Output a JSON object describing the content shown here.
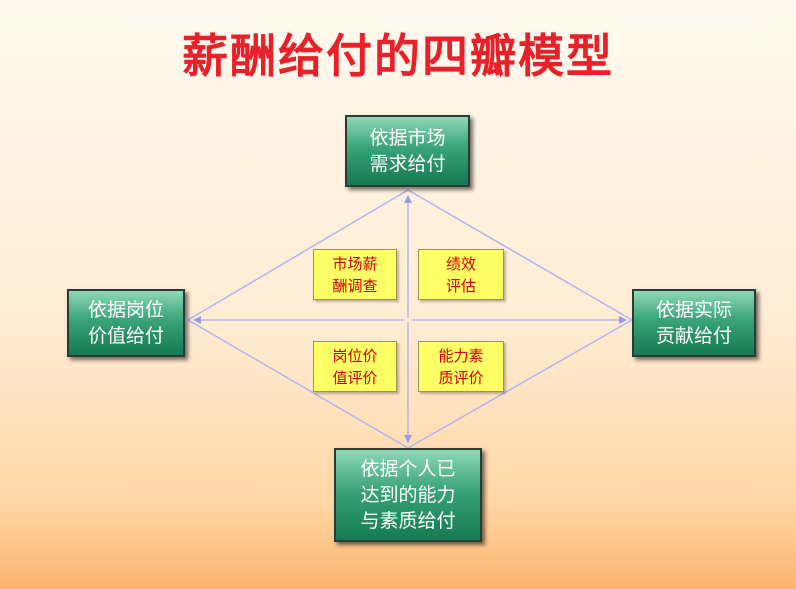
{
  "title": "薪酬给付的四瓣模型",
  "nodes": {
    "top": "依据市场\n需求给付",
    "left": "依据岗位\n价值给付",
    "right": "依据实际\n贡献给付",
    "bottom": "依据个人已\n达到的能力\n与素质给付"
  },
  "methods": {
    "market_survey": "市场薪\n酬调查",
    "performance": "绩效\n评估",
    "job_evaluation": "岗位价\n值评价",
    "competency": "能力素\n质评价"
  },
  "colors": {
    "title": "#e8202a",
    "node_fill": "#3aa377",
    "method_fill": "#ffff66",
    "method_text": "#cc0000",
    "lines": "#b4b4ec"
  }
}
